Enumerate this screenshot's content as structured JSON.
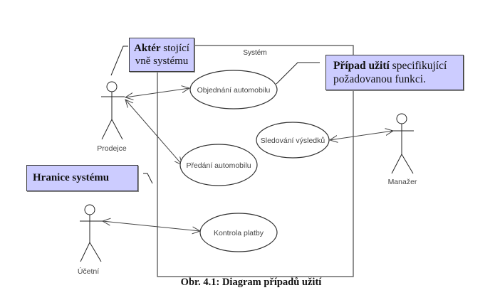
{
  "diagram": {
    "type": "UML use case diagram",
    "system_label": "Systém",
    "actors": [
      {
        "id": "prodejce",
        "label": "Prodejce"
      },
      {
        "id": "manazer",
        "label": "Manažer"
      },
      {
        "id": "ucetni",
        "label": "Účetní"
      }
    ],
    "use_cases": [
      {
        "id": "objednani",
        "label": "Objednání automobilu"
      },
      {
        "id": "predani",
        "label": "Předání automobilu"
      },
      {
        "id": "sledovani",
        "label": "Sledování výsledků"
      },
      {
        "id": "kontrola",
        "label": "Kontrola platby"
      }
    ],
    "associations": [
      {
        "from": "prodejce",
        "to": "objednani",
        "arrows": "both"
      },
      {
        "from": "prodejce",
        "to": "predani",
        "arrows": "both"
      },
      {
        "from": "manazer",
        "to": "sledovani",
        "arrows": "both"
      },
      {
        "from": "ucetni",
        "to": "kontrola",
        "arrows": "both"
      }
    ]
  },
  "callouts": {
    "actor": {
      "bold": "Aktér",
      "rest_line1": " stojící",
      "line2": "vně systému"
    },
    "usecase": {
      "bold": "Případ užití",
      "rest_line1": " specifikující",
      "line2": "požadovanou funkci."
    },
    "boundary": {
      "bold": "Hranice systému"
    }
  },
  "caption": "Obr. 4.1: Diagram případů užití",
  "colors": {
    "callout_fill": "#ccccff",
    "line": "#444444",
    "text": "#333333"
  }
}
